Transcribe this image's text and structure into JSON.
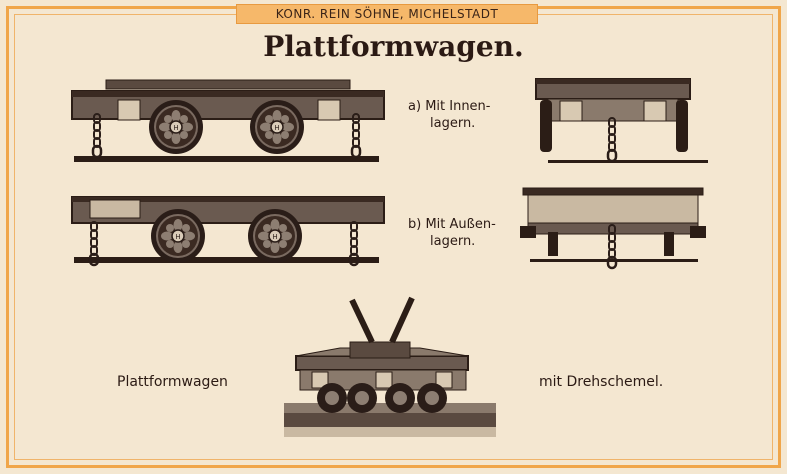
{
  "header": {
    "company": "KONR. REIN SÖHNE, MICHELSTADT"
  },
  "title": "Plattformwagen.",
  "variants": [
    {
      "letter": "a)",
      "line1": "Mit Innen-",
      "line2": "lagern."
    },
    {
      "letter": "b)",
      "line1": "Mit Außen-",
      "line2": "lagern."
    }
  ],
  "bottom": {
    "left_caption": "Plattformwagen",
    "right_caption": "mit Drehschemel."
  },
  "colors": {
    "frame": "#f0a64a",
    "paper": "#f4e7d1",
    "ink": "#2b1a14"
  }
}
